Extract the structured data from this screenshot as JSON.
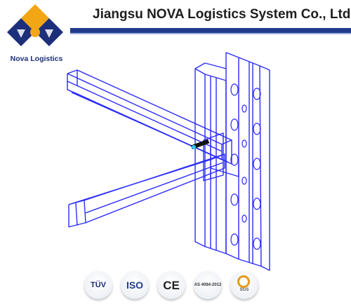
{
  "header": {
    "company_name": "Jiangsu NOVA Logistics System Co., Ltd",
    "logo_label": "Nova Logistics",
    "accent_color": "#1f3a8c"
  },
  "drawing": {
    "subject": "pallet-rack-upright-and-beam-wireframe",
    "line_color": "#2b2bff"
  },
  "certifications": [
    {
      "name": "tuv-badge",
      "label": "TÜV"
    },
    {
      "name": "iso-badge",
      "label": "ISO"
    },
    {
      "name": "ce-badge",
      "label": "CE"
    },
    {
      "name": "iaf-badge",
      "label": "AS 4084-2012"
    },
    {
      "name": "sgs-badge",
      "label": "SGS"
    }
  ]
}
